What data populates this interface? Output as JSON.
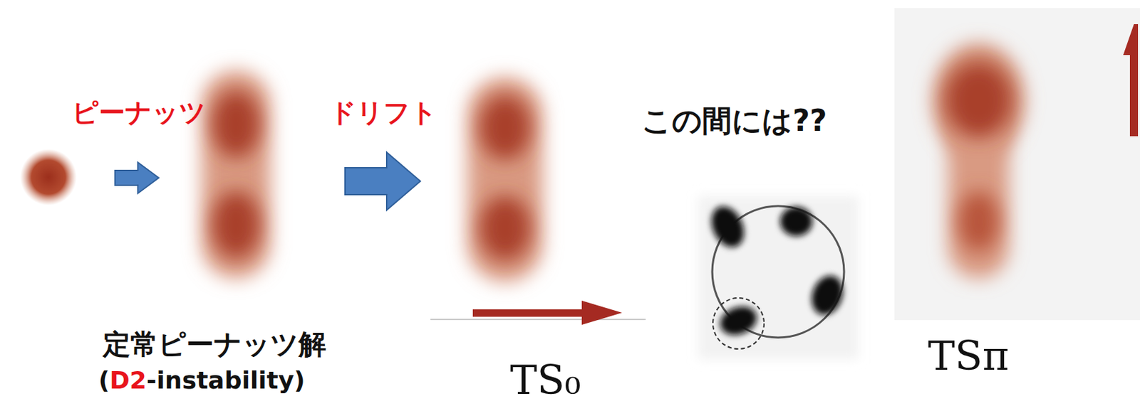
{
  "diagram": {
    "labels": [
      "ピーナッツ",
      "ドリフト",
      "この間には??",
      "定常ピーナッツ解",
      "(",
      "D2",
      "-instability)",
      "TS₀",
      "TSπ"
    ]
  }
}
